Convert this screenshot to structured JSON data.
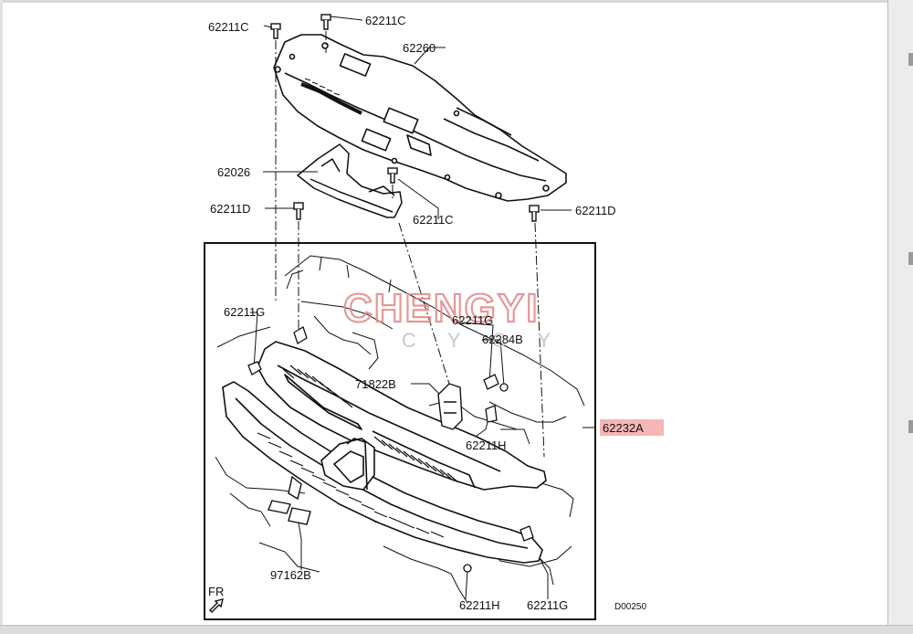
{
  "diagram": {
    "labels": {
      "c1": "62211C",
      "c2": "62211C",
      "cover": "62260",
      "bracket": "62026",
      "d_left": "62211D",
      "c3": "62211C",
      "d_right": "62211D",
      "g_left": "62211G",
      "g_mid": "62211G",
      "b_clip": "62284B",
      "emblem_clip": "71822B",
      "assembly": "62232A",
      "h_mid": "62211H",
      "emblem": "97162B",
      "h_bottom": "62211H",
      "g_bottom": "62211G",
      "front": "FR",
      "ref": "D00250"
    },
    "watermark": {
      "main": "CHENGYI",
      "sub": "CYCY"
    },
    "colors": {
      "line": "#111111",
      "highlight": "#f4b6b6",
      "watermark": "#e48c8c"
    }
  }
}
